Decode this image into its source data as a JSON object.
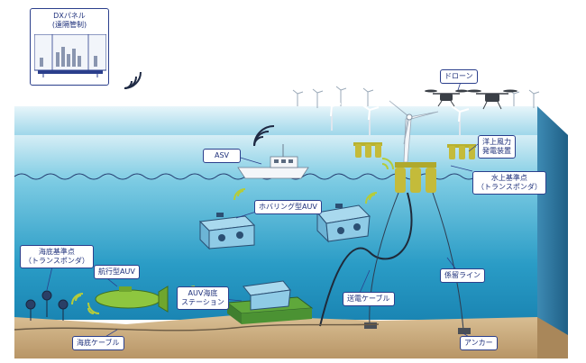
{
  "dx_panel": {
    "line1": "DXパネル",
    "line2": "(遠隔管制)"
  },
  "labels": {
    "drone": "ドローン",
    "asv": "ASV",
    "offshore_wind_line1": "洋上風力",
    "offshore_wind_line2": "発電装置",
    "surface_ref_line1": "水上基準点",
    "surface_ref_line2": "（トランスポンダ）",
    "hovering_auv": "ホバリング型AUV",
    "seabed_ref_line1": "海底基準点",
    "seabed_ref_line2": "（トランスポンダ）",
    "cruising_auv": "航行型AUV",
    "auv_station_line1": "AUV海底",
    "auv_station_line2": "ステーション",
    "power_cable": "送電ケーブル",
    "mooring_line": "係留ライン",
    "anchor": "アンカー",
    "seabed_cable": "海底ケーブル"
  },
  "colors": {
    "label_border": "#2b3f8c",
    "label_text": "#1d2f7a",
    "sea_surface": "#bfe3f0",
    "sea_deep": "#1a8ab8",
    "seabed": "#c9a97a",
    "cube_side": "#2a6f96",
    "signal_green": "#b5cc3a",
    "auv_green": "#8ec63f",
    "floater_yellow": "#c4bb3a"
  },
  "icons": [
    "wifi-signal-icon",
    "drone-icon",
    "wind-turbine-icon",
    "auv-icon",
    "transponder-icon",
    "ship-icon"
  ]
}
